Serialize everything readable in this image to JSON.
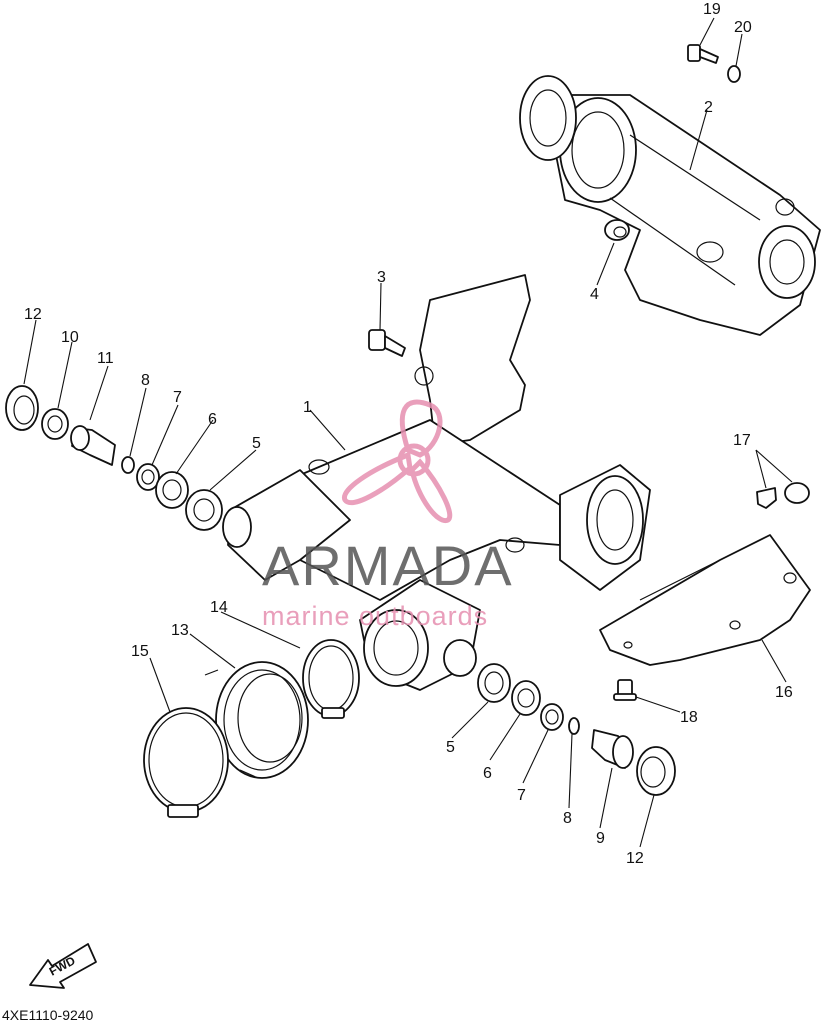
{
  "diagram": {
    "watermark": {
      "brand": "ARMADA",
      "tagline": "marine outboards",
      "accent": "#e68fb0"
    },
    "part_numbers": [
      "1",
      "2",
      "3",
      "4",
      "5",
      "5",
      "6",
      "6",
      "7",
      "7",
      "8",
      "8",
      "9",
      "10",
      "11",
      "12",
      "12",
      "13",
      "14",
      "15",
      "16",
      "17",
      "18",
      "19",
      "20"
    ],
    "labels": {
      "p1": "1",
      "p2": "2",
      "p3": "3",
      "p4": "4",
      "p5a": "5",
      "p5b": "5",
      "p6a": "6",
      "p6b": "6",
      "p7a": "7",
      "p7b": "7",
      "p8a": "8",
      "p8b": "8",
      "p9": "9",
      "p10": "10",
      "p11": "11",
      "p12a": "12",
      "p12b": "12",
      "p13": "13",
      "p14": "14",
      "p15": "15",
      "p16": "16",
      "p17": "17",
      "p18": "18",
      "p19": "19",
      "p20": "20"
    },
    "fwd_label": "FWD",
    "drawing_code": "4XE1110-9240"
  }
}
